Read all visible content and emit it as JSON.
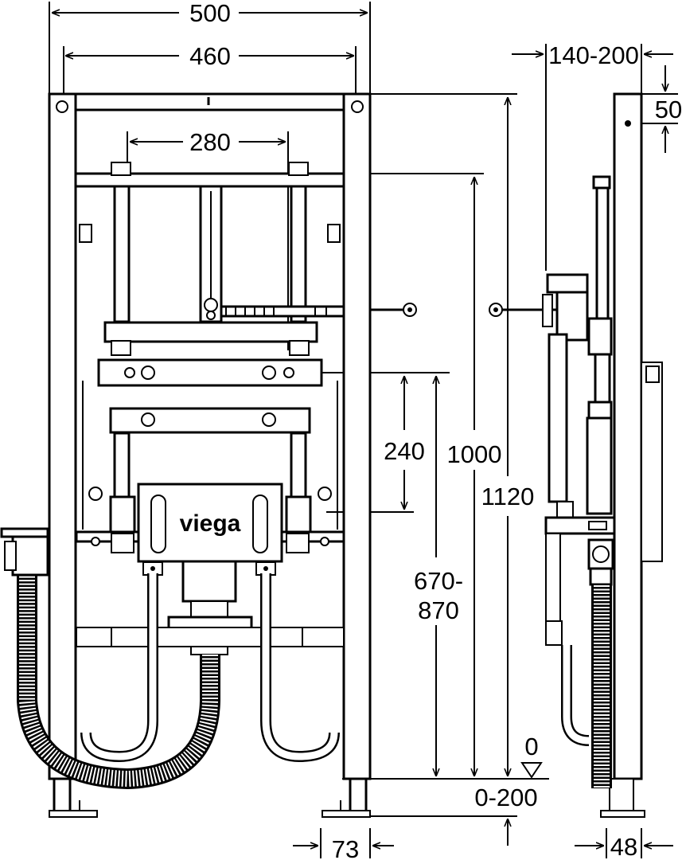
{
  "drawing": {
    "brand": "viega",
    "dimensions": {
      "frame_width": "500",
      "post_spacing": "460",
      "fixing_spacing": "280",
      "height_240": "240",
      "height_1000": "1000",
      "height_1120": "1120",
      "height_range_line1": "670-",
      "height_range_line2": "870",
      "depth_range": "140-200",
      "top_offset": "50",
      "floor_level": "0",
      "foot_range": "0-200",
      "foot_width": "73",
      "side_foot_width": "48"
    }
  }
}
